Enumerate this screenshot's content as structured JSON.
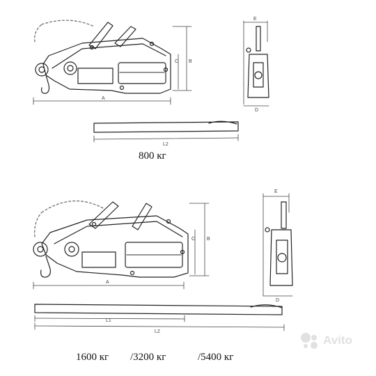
{
  "top_drawing": {
    "caption": "800 кг",
    "dim_labels": {
      "a": "A",
      "b": "B",
      "c": "C",
      "e": "E",
      "d": "D",
      "l2": "L2"
    }
  },
  "bottom_drawing": {
    "captions": [
      "1600 кг",
      "/3200 кг",
      "/5400 кг"
    ],
    "dim_labels": {
      "a": "A",
      "b": "B",
      "c": "C",
      "e": "E",
      "d": "D",
      "l1": "L1",
      "l2": "L2"
    }
  },
  "watermark": {
    "text": "Avito"
  }
}
